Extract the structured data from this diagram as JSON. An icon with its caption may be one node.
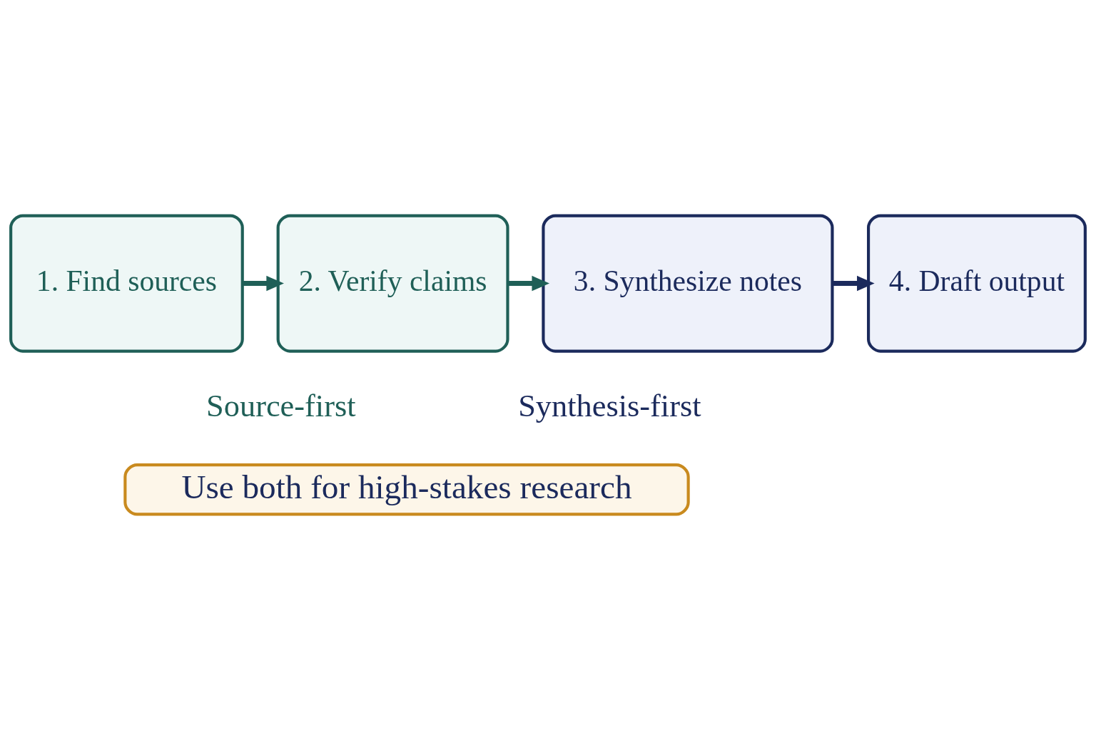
{
  "diagram": {
    "nodes": [
      {
        "text": [
          "1. Find sources"
        ]
      },
      {
        "text": [
          "2. Verify claims"
        ]
      },
      {
        "text": [
          "3. Synthesize notes"
        ]
      },
      {
        "text": [
          "4. Draft output"
        ]
      },
      {
        "text": [
          "Use both for high-stakes research"
        ]
      }
    ],
    "edges": [
      {
        "from": 0,
        "to": 1,
        "arrow": "to"
      },
      {
        "from": 1,
        "to": 2,
        "arrow": "to"
      },
      {
        "from": 2,
        "to": 3,
        "arrow": "to",
        "color": "#1b2a5c"
      }
    ],
    "labels": [
      "Source-first",
      "Synthesis-first"
    ]
  }
}
